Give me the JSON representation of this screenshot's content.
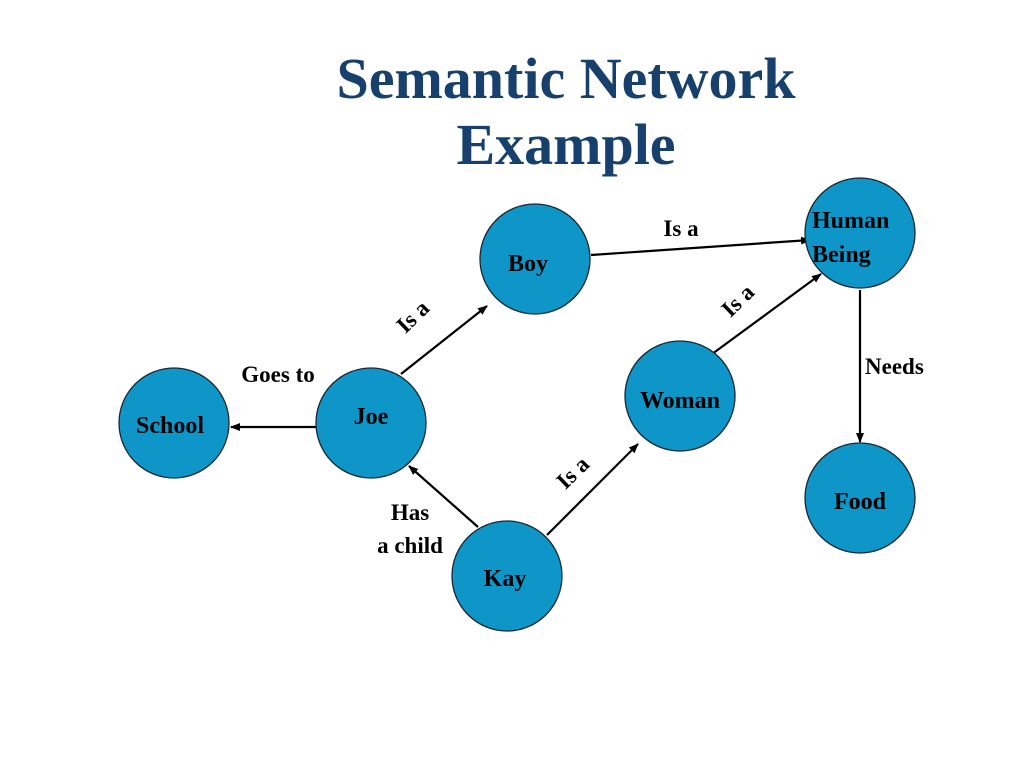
{
  "slide": {
    "title_line1": "Semantic Network",
    "title_line2": "Example"
  },
  "diagram": {
    "colors": {
      "node_fill": "#0e96c8",
      "node_stroke": "#1a2730",
      "title": "#17406d",
      "edge": "#000000"
    },
    "nodes": [
      {
        "id": "school",
        "label_lines": [
          "School"
        ]
      },
      {
        "id": "joe",
        "label_lines": [
          "Joe"
        ]
      },
      {
        "id": "boy",
        "label_lines": [
          "Boy"
        ]
      },
      {
        "id": "kay",
        "label_lines": [
          "Kay"
        ]
      },
      {
        "id": "woman",
        "label_lines": [
          "Woman"
        ]
      },
      {
        "id": "human-being",
        "label_lines": [
          "Human",
          "Being"
        ]
      },
      {
        "id": "food",
        "label_lines": [
          "Food"
        ]
      }
    ],
    "edges": [
      {
        "id": "joe-school",
        "from": "joe",
        "to": "school",
        "label_lines": [
          "Goes to"
        ]
      },
      {
        "id": "joe-boy",
        "from": "joe",
        "to": "boy",
        "label_lines": [
          "Is a"
        ]
      },
      {
        "id": "boy-human",
        "from": "boy",
        "to": "human-being",
        "label_lines": [
          "Is a"
        ]
      },
      {
        "id": "kay-joe",
        "from": "kay",
        "to": "joe",
        "label_lines": [
          "Has",
          "a child"
        ]
      },
      {
        "id": "kay-woman",
        "from": "kay",
        "to": "woman",
        "label_lines": [
          "Is a"
        ]
      },
      {
        "id": "woman-human",
        "from": "woman",
        "to": "human-being",
        "label_lines": [
          "Is a"
        ]
      },
      {
        "id": "human-food",
        "from": "human-being",
        "to": "food",
        "label_lines": [
          "Needs"
        ]
      }
    ]
  }
}
